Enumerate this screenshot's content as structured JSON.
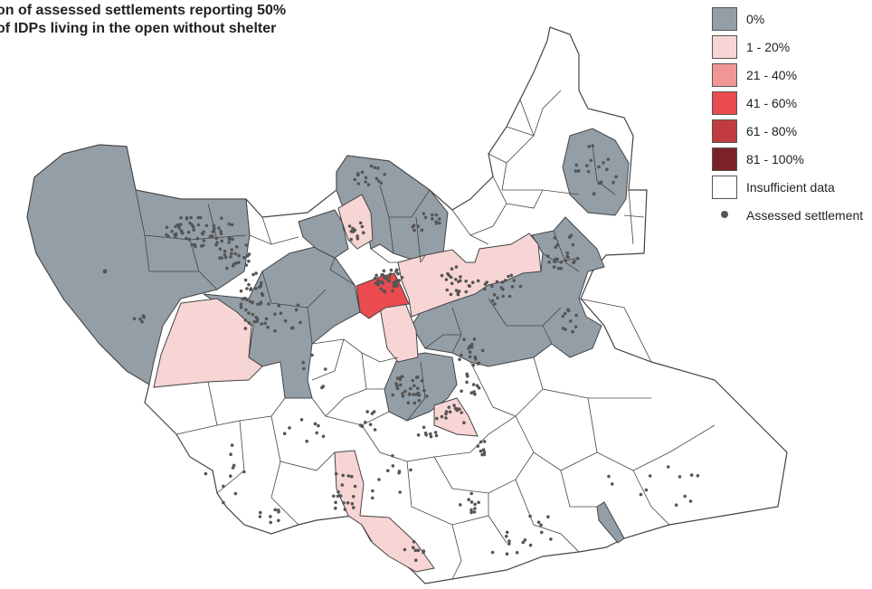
{
  "title": {
    "line1": "on of assessed settlements reporting 50%",
    "line2": "of IDPs living in the open without shelter"
  },
  "colors": {
    "zero": "#949ea6",
    "pct_1_20": "#f7d5d4",
    "pct_21_40": "#f09696",
    "pct_41_60": "#ea4b4e",
    "pct_61_80": "#c03c40",
    "pct_81_100": "#7b2128",
    "insufficient": "#ffffff",
    "settlement": "#555555",
    "boundary": "#444444"
  },
  "legend": {
    "items": [
      {
        "key": "zero",
        "label": "0%"
      },
      {
        "key": "pct_1_20",
        "label": "1 - 20%"
      },
      {
        "key": "pct_21_40",
        "label": "21 - 40%"
      },
      {
        "key": "pct_41_60",
        "label": "41 - 60%"
      },
      {
        "key": "pct_61_80",
        "label": "61 - 80%"
      },
      {
        "key": "pct_81_100",
        "label": "81 - 100%"
      },
      {
        "key": "insufficient",
        "label": "Insufficient data"
      }
    ],
    "settlement_label": "Assessed settlement"
  }
}
